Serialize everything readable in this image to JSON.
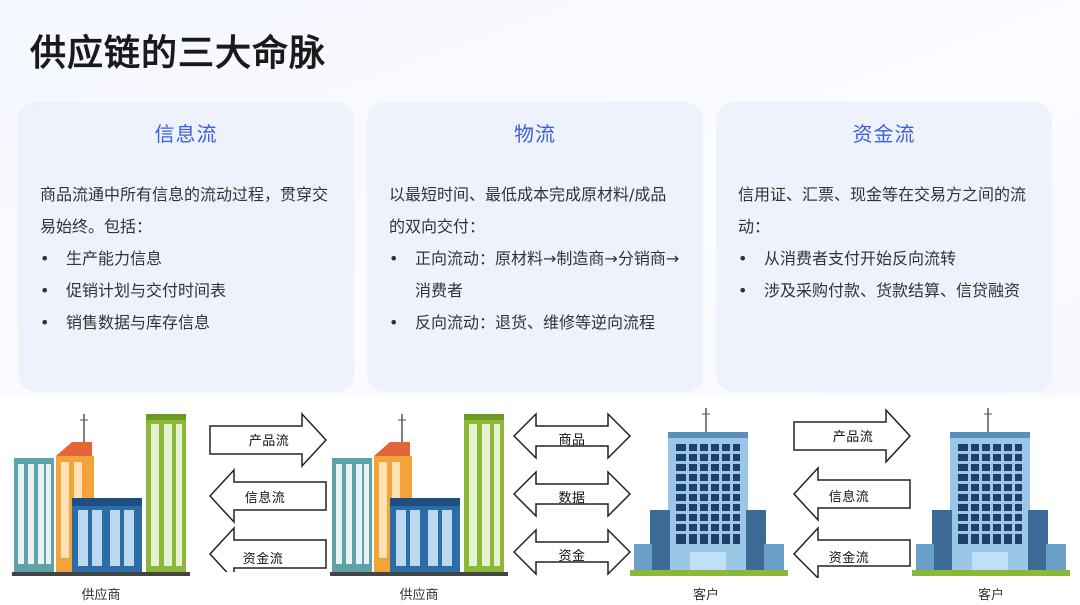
{
  "title": "供应链的三大命脉",
  "cards": [
    {
      "title": "信息流",
      "desc": "商品流通中所有信息的流动过程，贯穿交易始终。包括：",
      "items": [
        "生产能力信息",
        "促销计划与交付时间表",
        "销售数据与库存信息"
      ]
    },
    {
      "title": "物流",
      "desc": "以最短时间、最低成本完成原材料/成品的双向交付：",
      "items": [
        "正向流动：原材料→制造商→分销商→消费者",
        "反向流动：退货、维修等逆向流程"
      ]
    },
    {
      "title": "资金流",
      "desc": "信用证、汇票、现金等在交易方之间的流动：",
      "items": [
        "从消费者支付开始反向流转",
        "涉及采购付款、货款结算、信贷融资"
      ]
    }
  ],
  "diagram": {
    "nodes": [
      "供应商",
      "供应商",
      "客户",
      "客户"
    ],
    "group1": [
      "产品流",
      "信息流",
      "资金流"
    ],
    "group2": [
      "商品",
      "数据",
      "资金"
    ],
    "group3": [
      "产品流",
      "信息流",
      "资金流"
    ]
  }
}
